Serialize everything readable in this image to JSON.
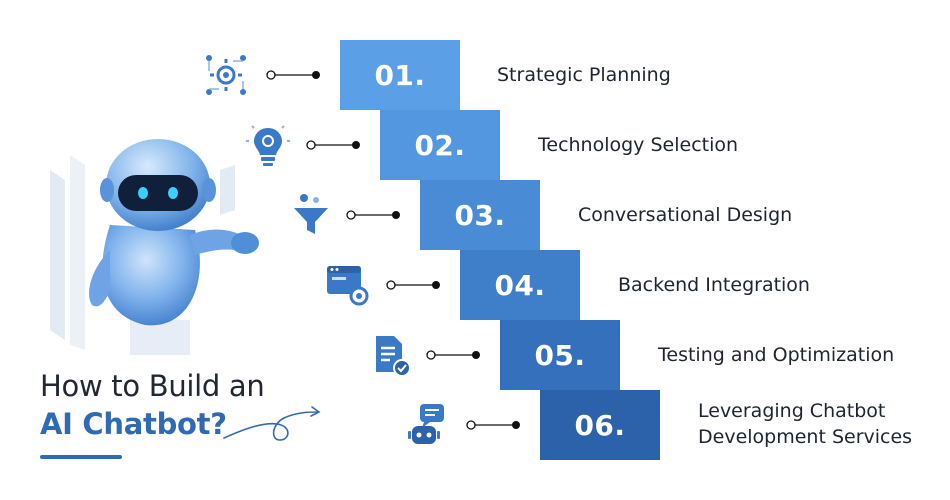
{
  "title_line1": "How to Build an",
  "title_line2": "AI Chatbot?",
  "colors": {
    "accent": "#2f6ab3",
    "icon": "#3a78c8",
    "step_shades": [
      "#5b9fe6",
      "#5397e0",
      "#4a8bd5",
      "#3f7ec9",
      "#3470bb",
      "#2b62aa"
    ]
  },
  "steps": [
    {
      "number": "01.",
      "label": "Strategic Planning",
      "icon": "gear-network-icon"
    },
    {
      "number": "02.",
      "label": "Technology Selection",
      "icon": "lightbulb-gear-icon"
    },
    {
      "number": "03.",
      "label": "Conversational Design",
      "icon": "funnel-people-icon"
    },
    {
      "number": "04.",
      "label": "Backend Integration",
      "icon": "browser-gear-icon"
    },
    {
      "number": "05.",
      "label": "Testing and Optimization",
      "icon": "document-check-icon"
    },
    {
      "number": "06.",
      "label": "Leveraging Chatbot\nDevelopment Services",
      "icon": "chatbot-bubble-icon"
    }
  ]
}
